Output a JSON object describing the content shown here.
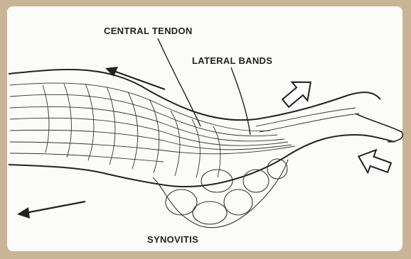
{
  "labels": {
    "central_tendon": "CENTRAL TENDON",
    "lateral_bands": "LATERAL BANDS",
    "synovitis": "SYNOVITIS"
  },
  "colors": {
    "frame": "#c9b594",
    "card": "#fbfbfa",
    "ink": "#222222"
  },
  "icons": [
    "arrow-left-upper",
    "arrow-left-lower",
    "hollow-arrow-up-right",
    "hollow-arrow-left"
  ]
}
